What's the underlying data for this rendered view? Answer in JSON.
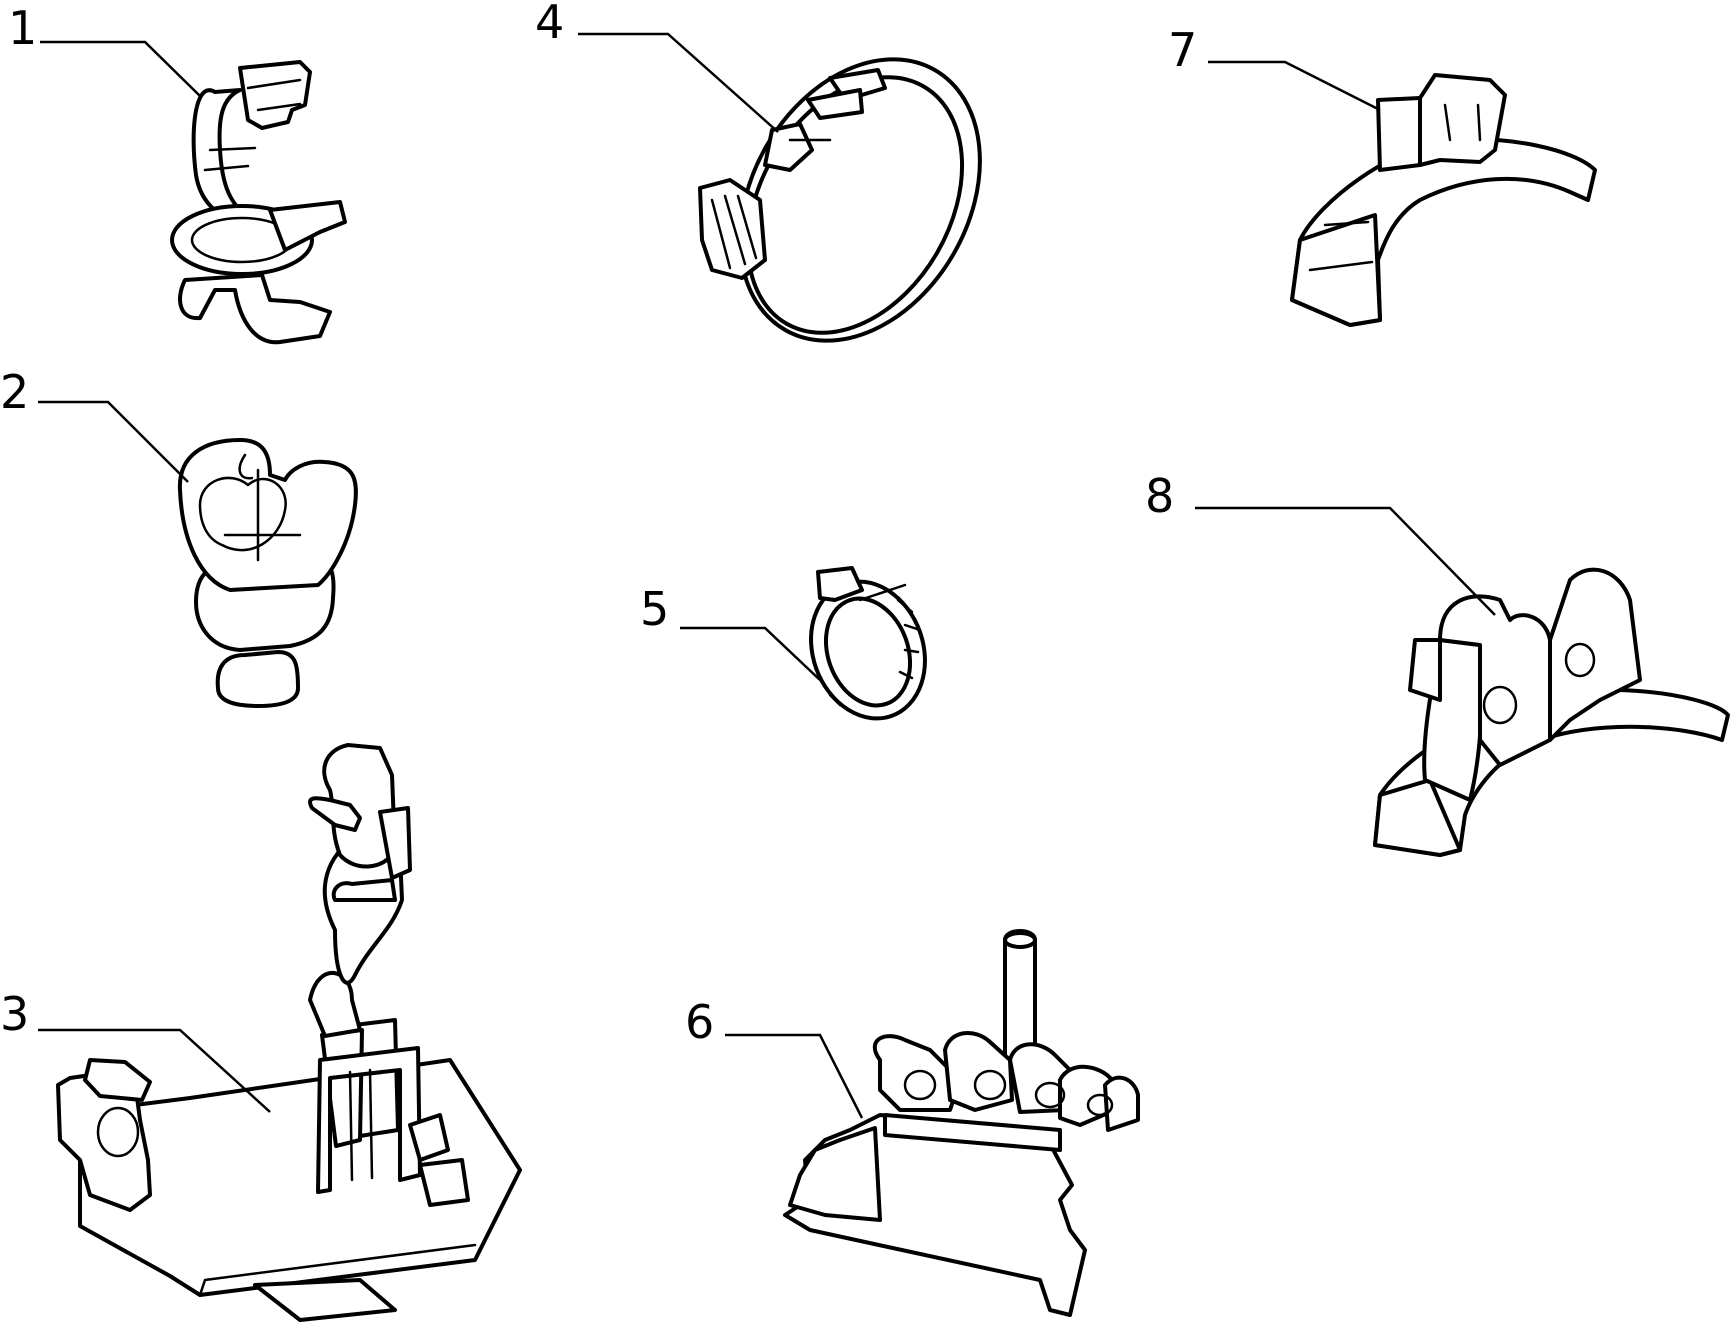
{
  "diagram": {
    "labels": {
      "p1": "1",
      "p2": "2",
      "p3": "3",
      "p4": "4",
      "p5": "5",
      "p6": "6",
      "p7": "7",
      "p8": "8"
    }
  }
}
